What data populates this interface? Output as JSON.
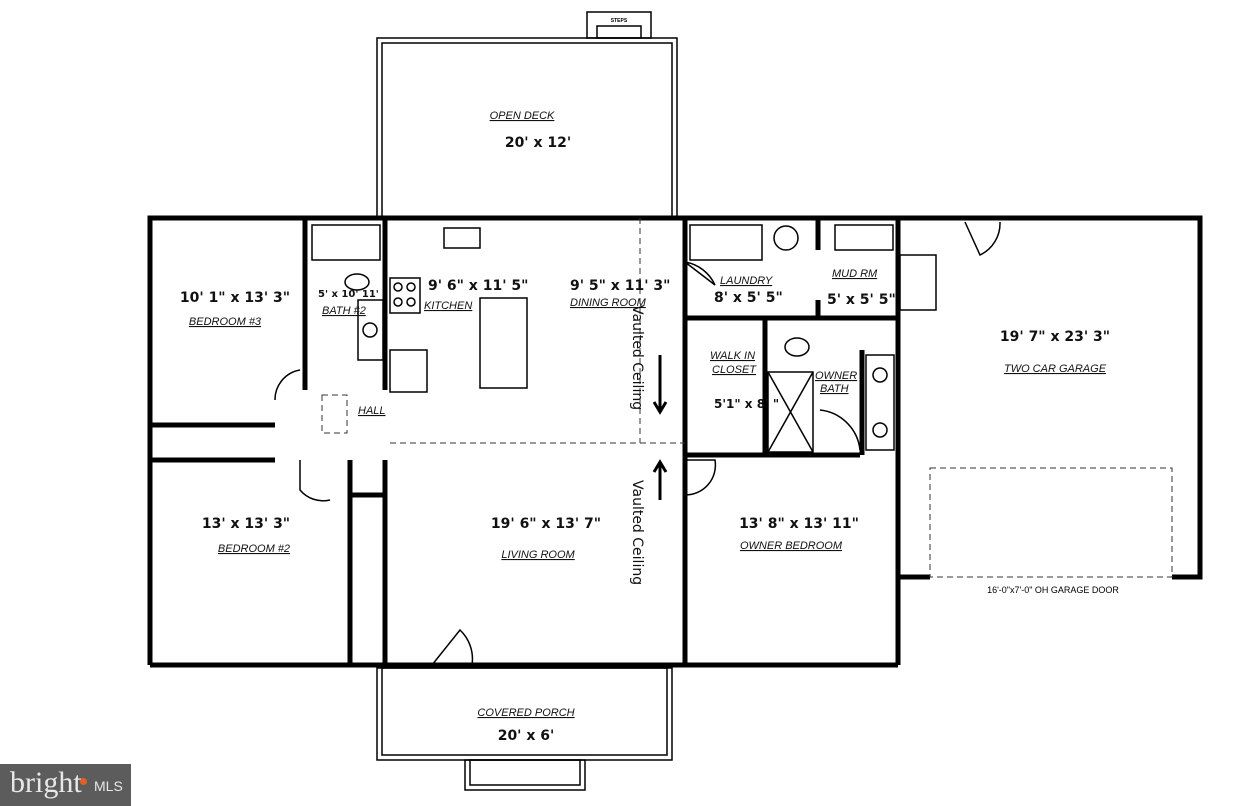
{
  "rooms": {
    "deck": {
      "label": "OPEN DECK",
      "dims": "20' x 12'"
    },
    "steps": {
      "label": "STEPS"
    },
    "bedroom3": {
      "label": "BEDROOM #3",
      "dims": "10' 1\" x 13' 3\""
    },
    "bath2": {
      "label": "BATH #2",
      "dims": "5' x 10' 11'"
    },
    "kitchen": {
      "label": "KITCHEN",
      "dims": "9' 6\" x 11' 5\""
    },
    "dining": {
      "label": "DINING ROOM",
      "dims": "9' 5\" x 11' 3\""
    },
    "laundry": {
      "label": "LAUNDRY",
      "dims": "8' x 5' 5\""
    },
    "mudroom": {
      "label": "MUD RM",
      "dims": "5' x 5' 5\""
    },
    "garage": {
      "label": "TWO CAR GARAGE",
      "dims": "19' 7\" x 23' 3\""
    },
    "hall": {
      "label": "HALL"
    },
    "closet": {
      "label1": "WALK IN",
      "label2": "CLOSET",
      "dims": "5'1\" x 8'  \""
    },
    "ownerbath": {
      "label1": "OWNER",
      "label2": "BATH"
    },
    "bedroom2": {
      "label": "BEDROOM #2",
      "dims": "13' x 13' 3\""
    },
    "living": {
      "label": "LIVING ROOM",
      "dims": "19' 6\" x 13' 7\""
    },
    "ownerbed": {
      "label": "OWNER BEDROOM",
      "dims": "13' 8\" x 13' 11\""
    },
    "porch": {
      "label": "COVERED PORCH",
      "dims": "20' x 6'"
    }
  },
  "notes": {
    "vaulted1": "Vaulted Ceiling",
    "vaulted2": "Vaulted Ceiling",
    "garage_door": "16'-0\"x7'-0\" OH GARAGE DOOR"
  },
  "logo": {
    "brand": "bright",
    "suffix": "MLS"
  }
}
